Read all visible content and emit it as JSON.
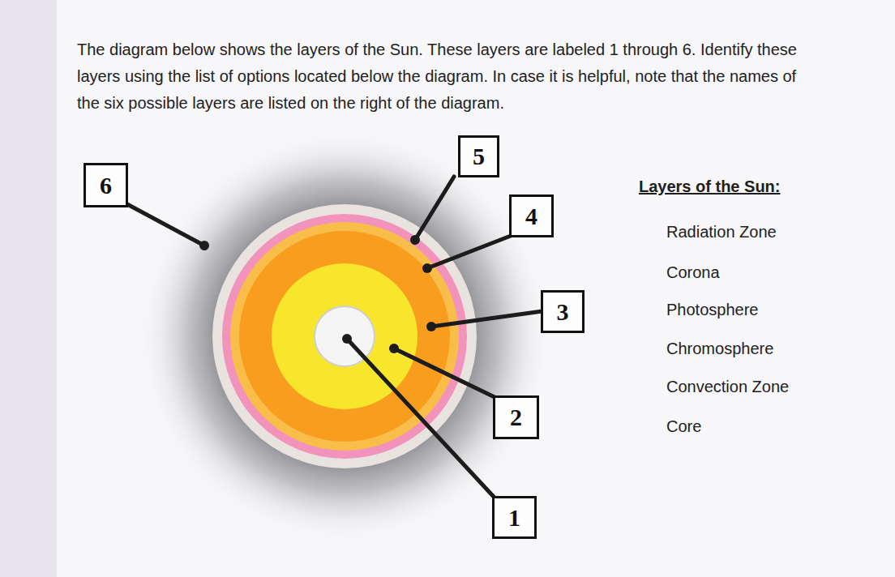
{
  "diagram": {
    "title": "The diagram below shows the layers of the Sun. These layers are labeled 1 through 6. Identify these layers using the list of options located below the diagram. In case it is helpful, note that the names of the six possible layers are listed on the right of the diagram.",
    "nodes": [
      {
        "text": [
          "5"
        ]
      },
      {
        "text": [
          "6"
        ]
      },
      {
        "text": [
          "4"
        ]
      },
      {
        "text": [
          "3"
        ]
      },
      {
        "text": [
          "2"
        ]
      },
      {
        "text": [
          "1"
        ]
      }
    ],
    "labels": [
      "Layers of the Sun:",
      "Radiation Zone",
      "Corona",
      "Photosphere",
      "Chromosphere",
      "Convection Zone",
      "Core"
    ]
  }
}
